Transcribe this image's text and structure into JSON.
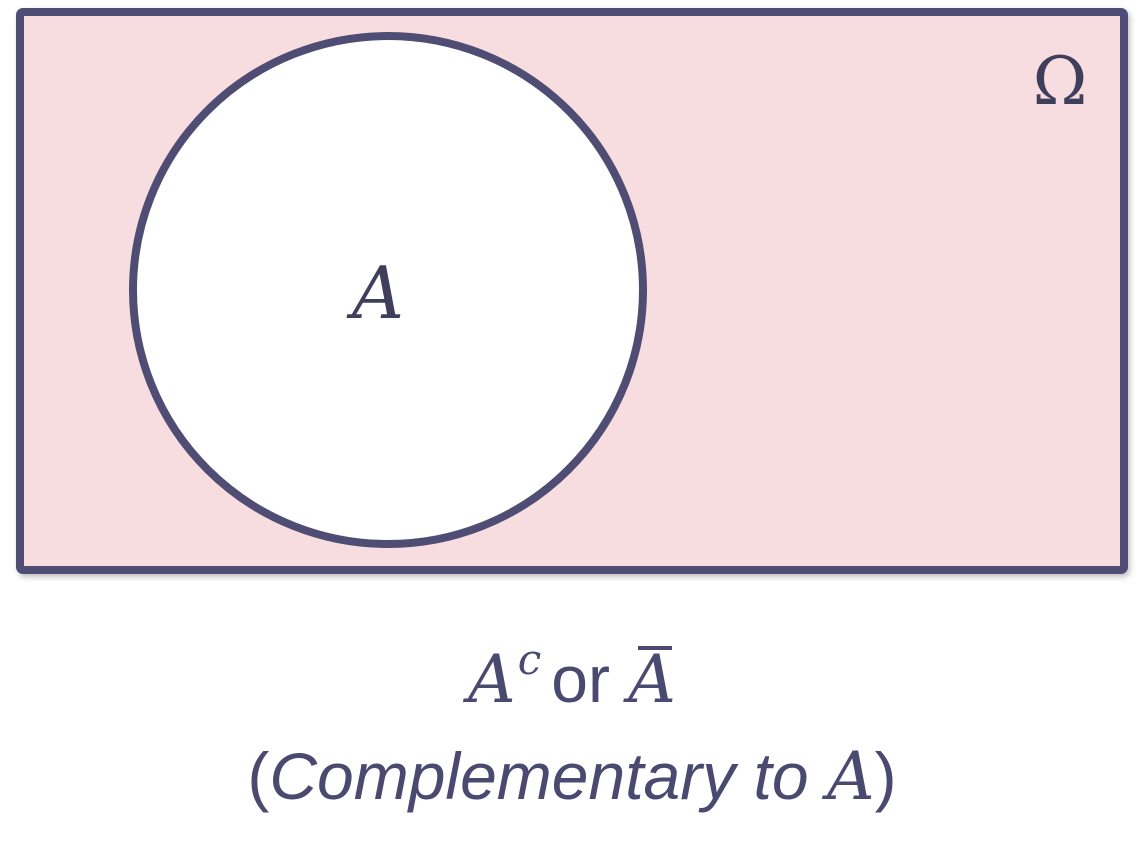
{
  "diagram": {
    "universe_label": "Ω",
    "set_label": "A",
    "colors": {
      "universe_fill": "#f8dde0",
      "set_fill": "#ffffff",
      "stroke": "#4f4d74",
      "text": "#4a4a70"
    }
  },
  "caption": {
    "complement_base": "A",
    "complement_superscript": "c",
    "connector": "or",
    "bar_symbol": "A",
    "open_paren": "(",
    "description": "Complementary to ",
    "description_set": "A",
    "close_paren": ")"
  }
}
